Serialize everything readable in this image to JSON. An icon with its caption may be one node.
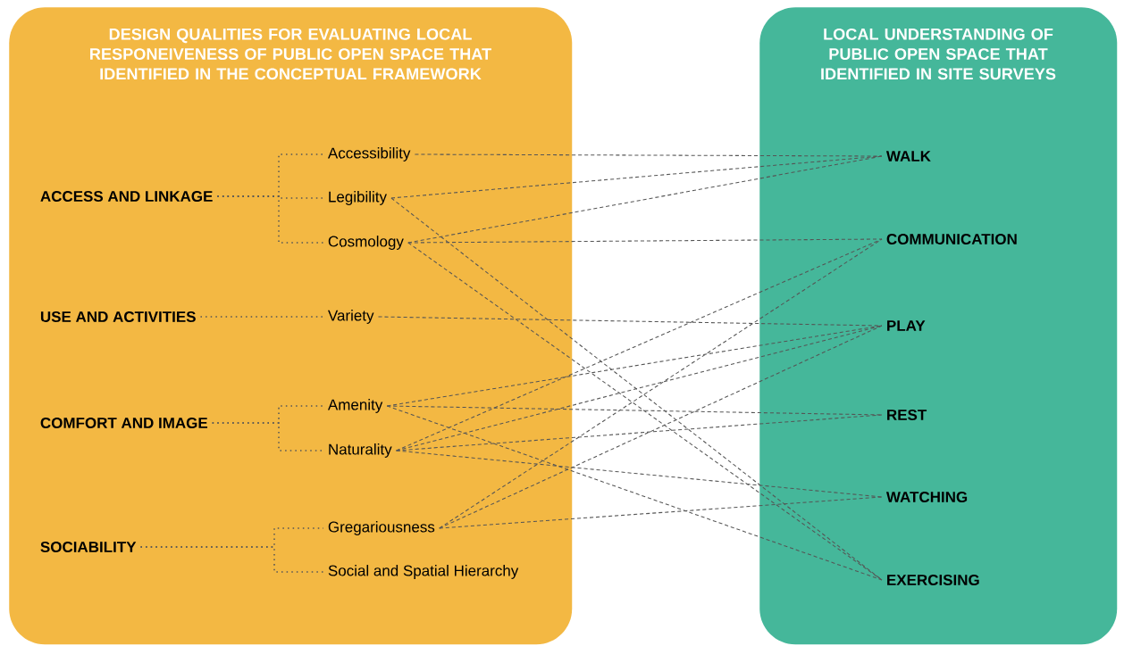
{
  "diagram": {
    "nodes": [
      {
        "text": [
          "DESIGN QUALITIES FOR EVALUATING LOCAL RESPONEIVENESS OF PUBLIC OPEN SPACE THAT IDENTIFIED IN THE CONCEPTUAL FRAMEWORK"
        ]
      },
      {
        "text": [
          "ACCESS AND LINKAGE"
        ],
        "in": 0
      },
      {
        "text": [
          "Accessibility"
        ],
        "in": 0
      },
      {
        "text": [
          "Legibility"
        ],
        "in": 0
      },
      {
        "text": [
          "Cosmology"
        ],
        "in": 0
      },
      {
        "text": [
          "USE AND ACTIVITIES"
        ],
        "in": 0
      },
      {
        "text": [
          "Variety"
        ],
        "in": 0
      },
      {
        "text": [
          "COMFORT AND IMAGE"
        ],
        "in": 0
      },
      {
        "text": [
          "Amenity"
        ],
        "in": 0
      },
      {
        "text": [
          "Naturality"
        ],
        "in": 0
      },
      {
        "text": [
          "SOCIABILITY"
        ],
        "in": 0
      },
      {
        "text": [
          "Gregariousness"
        ],
        "in": 0
      },
      {
        "text": [
          "Social and Spatial Hierarchy"
        ],
        "in": 0
      },
      {
        "text": [
          "LOCAL UNDERSTANDING OF PUBLIC OPEN SPACE THAT IDENTIFIED IN SITE SURVEYS"
        ]
      },
      {
        "text": [
          "WALK"
        ],
        "in": 13
      },
      {
        "text": [
          "COMMUNICATION"
        ],
        "in": 13
      },
      {
        "text": [
          "PLAY"
        ],
        "in": 13
      },
      {
        "text": [
          "REST"
        ],
        "in": 13
      },
      {
        "text": [
          "WATCHING"
        ],
        "in": 13
      },
      {
        "text": [
          "EXERCISING"
        ],
        "in": 13
      }
    ],
    "edges": [
      {
        "from": 1,
        "to": 2,
        "arrow": "none"
      },
      {
        "from": 1,
        "to": 3,
        "arrow": "none"
      },
      {
        "from": 1,
        "to": 4,
        "arrow": "none"
      },
      {
        "from": 5,
        "to": 6,
        "arrow": "none"
      },
      {
        "from": 7,
        "to": 8,
        "arrow": "none"
      },
      {
        "from": 7,
        "to": 9,
        "arrow": "none"
      },
      {
        "from": 10,
        "to": 11,
        "arrow": "none"
      },
      {
        "from": 10,
        "to": 12,
        "arrow": "none"
      },
      {
        "from": 2,
        "to": 14,
        "arrow": "none",
        "style": "dashed"
      },
      {
        "from": 3,
        "to": 14,
        "arrow": "none",
        "style": "dashed"
      },
      {
        "from": 4,
        "to": 14,
        "arrow": "none",
        "style": "dashed"
      },
      {
        "from": 4,
        "to": 15,
        "arrow": "none",
        "style": "dashed"
      },
      {
        "from": 9,
        "to": 15,
        "arrow": "none",
        "style": "dashed"
      },
      {
        "from": 11,
        "to": 15,
        "arrow": "none",
        "style": "dashed"
      },
      {
        "from": 6,
        "to": 16,
        "arrow": "none",
        "style": "dashed"
      },
      {
        "from": 8,
        "to": 16,
        "arrow": "none",
        "style": "dashed"
      },
      {
        "from": 9,
        "to": 16,
        "arrow": "none",
        "style": "dashed"
      },
      {
        "from": 11,
        "to": 16,
        "arrow": "none",
        "style": "dashed"
      },
      {
        "from": 8,
        "to": 17,
        "arrow": "none",
        "style": "dashed"
      },
      {
        "from": 9,
        "to": 17,
        "arrow": "none",
        "style": "dashed"
      },
      {
        "from": 9,
        "to": 18,
        "arrow": "none",
        "style": "dashed"
      },
      {
        "from": 11,
        "to": 18,
        "arrow": "none",
        "style": "dashed"
      },
      {
        "from": 3,
        "to": 19,
        "arrow": "none",
        "style": "dashed"
      },
      {
        "from": 4,
        "to": 19,
        "arrow": "none",
        "style": "dashed"
      },
      {
        "from": 8,
        "to": 19,
        "arrow": "none",
        "style": "dashed"
      }
    ]
  }
}
